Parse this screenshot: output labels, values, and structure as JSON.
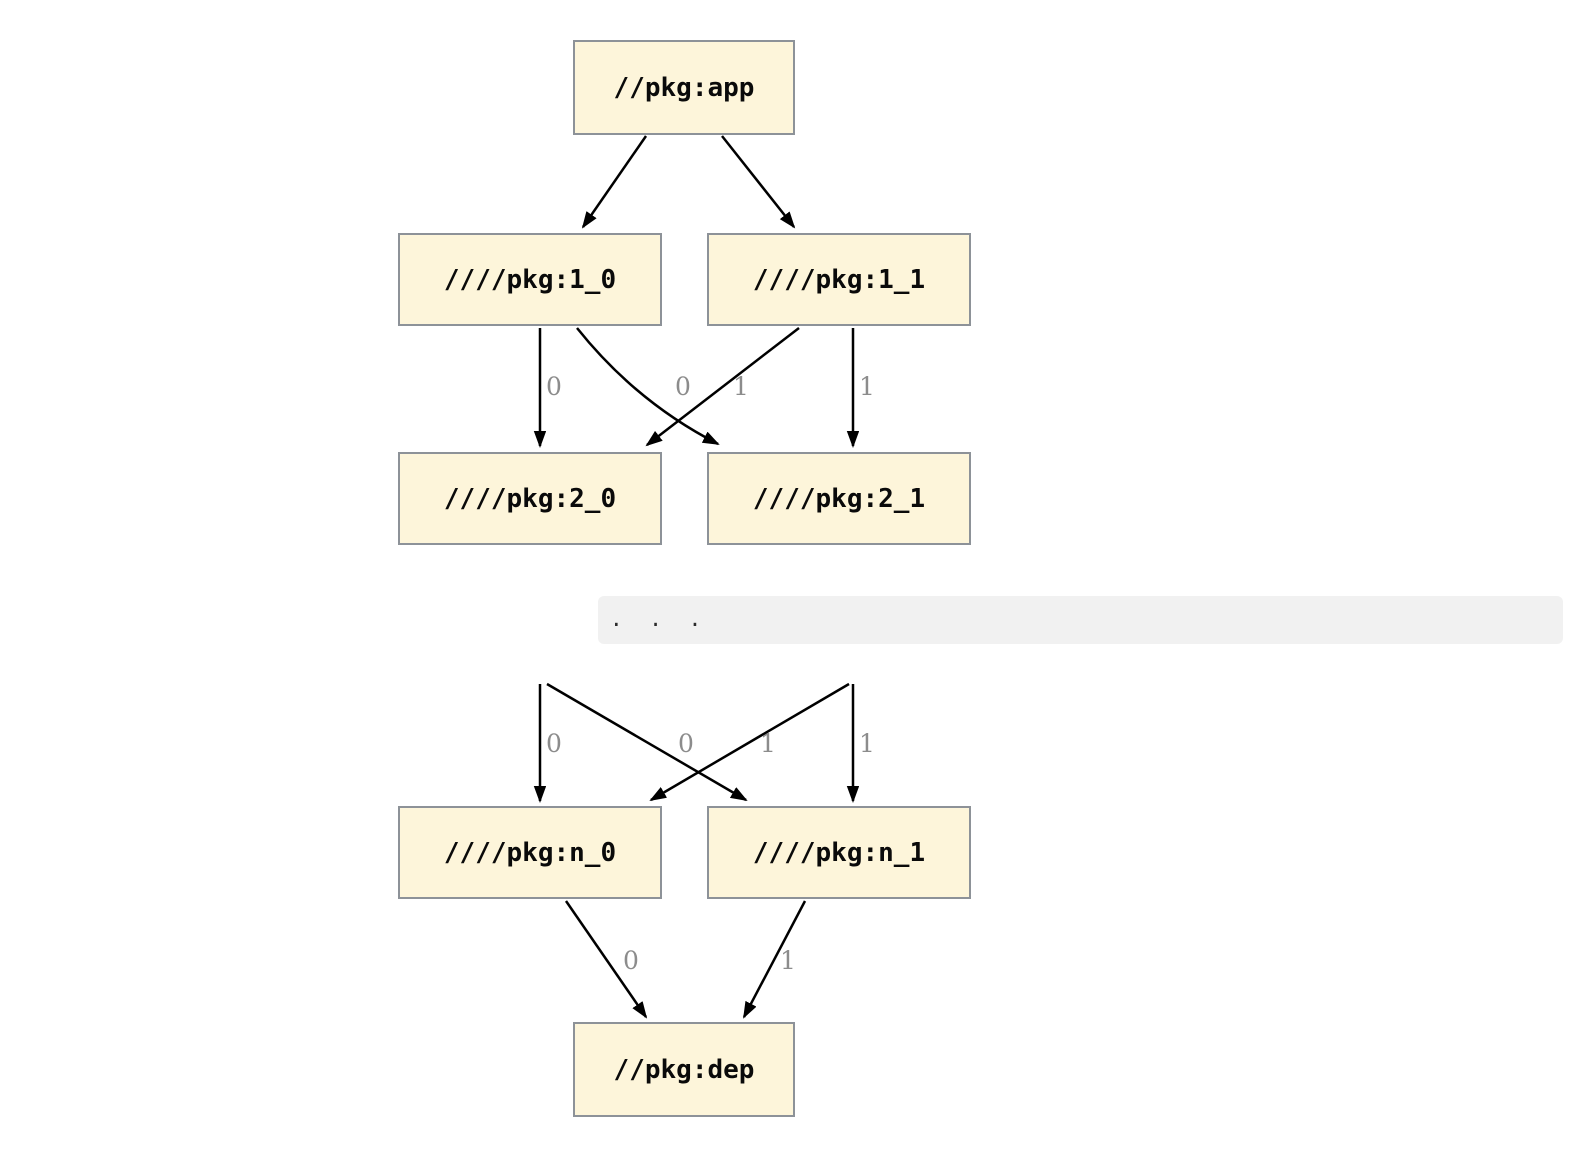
{
  "diagram": {
    "type": "dependency-graph",
    "nodes": {
      "app": "//pkg:app",
      "l1_0": "////pkg:1_0",
      "l1_1": "////pkg:1_1",
      "l2_0": "////pkg:2_0",
      "l2_1": "////pkg:2_1",
      "ln_0": "////pkg:n_0",
      "ln_1": "////pkg:n_1",
      "dep": "//pkg:dep"
    },
    "ellipsis": ". . .",
    "edge_labels": {
      "level1_to_level2": [
        "0",
        "0",
        "1",
        "1"
      ],
      "stubs_to_leveln": [
        "0",
        "0",
        "1",
        "1"
      ],
      "leveln_to_dep": [
        "0",
        "1"
      ]
    },
    "edges": [
      {
        "from": "app",
        "to": "l1_0"
      },
      {
        "from": "app",
        "to": "l1_1"
      },
      {
        "from": "l1_0",
        "to": "l2_0",
        "label": "0"
      },
      {
        "from": "l1_0",
        "to": "l2_1",
        "label": "1"
      },
      {
        "from": "l1_1",
        "to": "l2_0",
        "label": "0"
      },
      {
        "from": "l1_1",
        "to": "l2_1",
        "label": "1"
      },
      {
        "from": "…",
        "to": "ln_0",
        "label": "0"
      },
      {
        "from": "…",
        "to": "ln_1",
        "label": "1"
      },
      {
        "from": "…",
        "to": "ln_0",
        "label": "0"
      },
      {
        "from": "…",
        "to": "ln_1",
        "label": "1"
      },
      {
        "from": "ln_0",
        "to": "dep",
        "label": "0"
      },
      {
        "from": "ln_1",
        "to": "dep",
        "label": "1"
      }
    ],
    "colors": {
      "node_fill": "#fdf5da",
      "node_border": "#8d9298",
      "edge": "#000000",
      "edge_label": "#8c8c8c",
      "ellipsis_band": "#f1f1f1",
      "background": "#ffffff"
    }
  }
}
